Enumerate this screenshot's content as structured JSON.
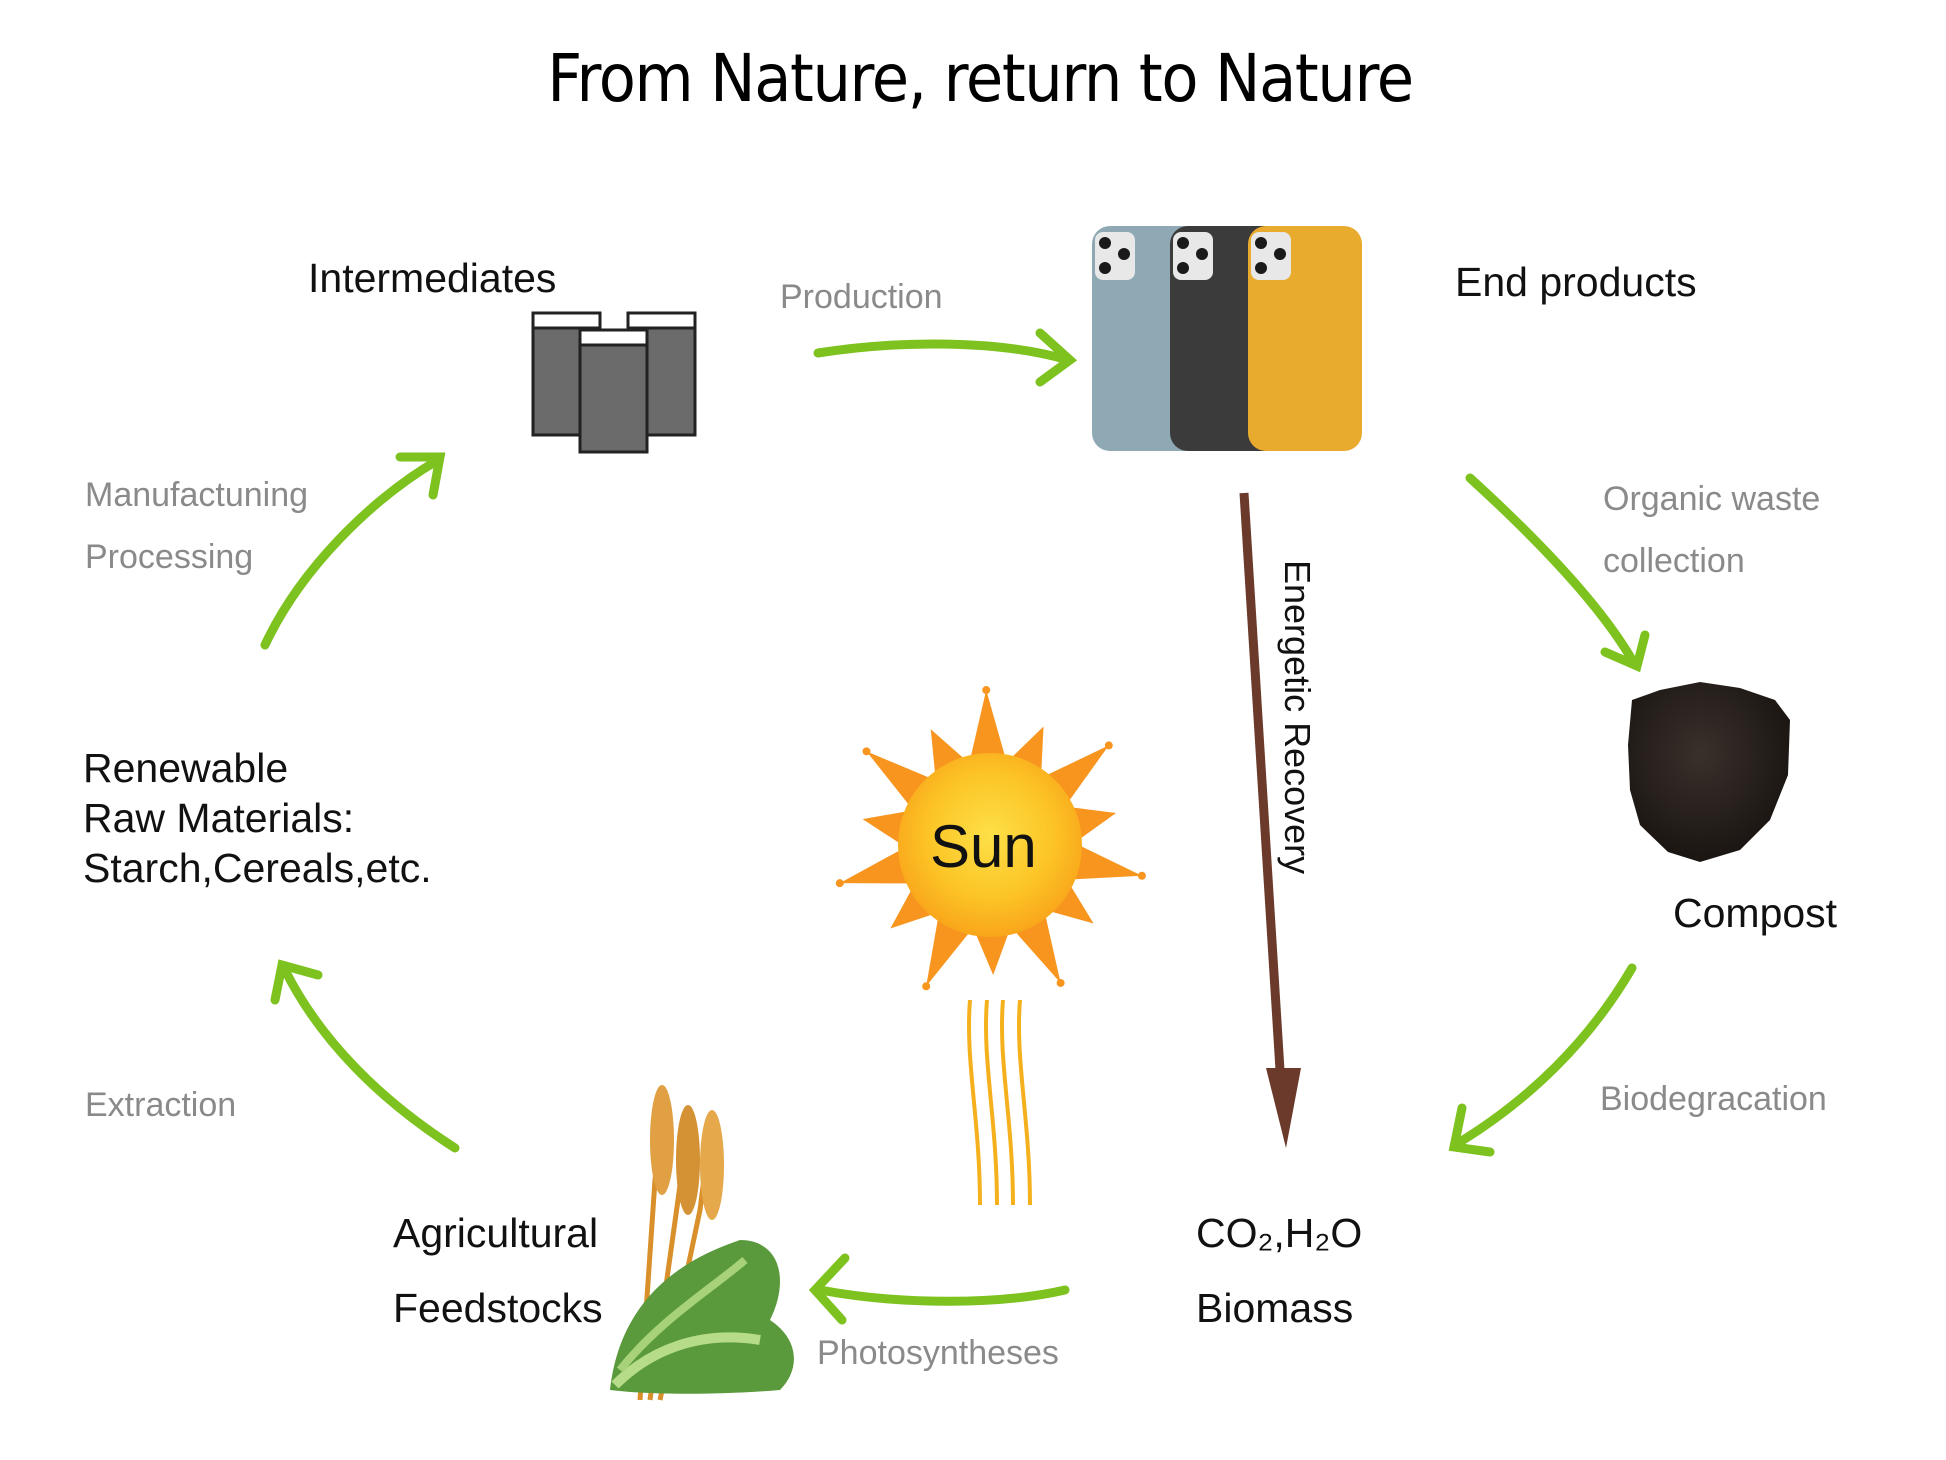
{
  "title": "From Nature, return to Nature",
  "nodes": {
    "intermediates": "Intermediates",
    "end_products": "End products",
    "compost": "Compost",
    "co2_h2o": "CO₂,H₂O",
    "biomass": "Biomass",
    "agricultural": "Agricultural",
    "feedstocks": "Feedstocks",
    "renewable_line1": "Renewable",
    "renewable_line2": "Raw Materials:",
    "renewable_line3": "Starch,Cereals,etc.",
    "sun": "Sun"
  },
  "steps": {
    "production": "Production",
    "organic_line1": "Organic waste",
    "organic_line2": "collection",
    "energetic_recovery": "Energetic Recovery",
    "biodegradation": "Biodegracation",
    "photosynthesis": "Photosyntheses",
    "extraction": "Extraction",
    "manufacturing": "Manufactuning",
    "processing": "Processing"
  },
  "colors": {
    "cycle_arrow": "#7dc21e",
    "energy_arrow": "#6b3a2a",
    "step_text": "#8a8a8a",
    "sun_core": "#fcc527",
    "sun_rays": "#f7951f"
  }
}
